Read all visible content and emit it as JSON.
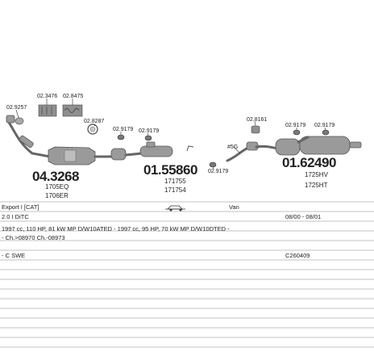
{
  "refs": {
    "r1": "02.9257",
    "r2": "02.3476",
    "r3": "02.8475",
    "r4": "02.8287",
    "r5": "02.9179",
    "r6": "02.9179",
    "r7": "02.9179",
    "r8": "02.8161",
    "r9": "02.9179",
    "r10": "02.9179",
    "r11": "#5G"
  },
  "parts": {
    "p1": {
      "number": "04.3268",
      "sub1": "1705EQ",
      "sub2": "1706ER"
    },
    "p2": {
      "number": "01.55860",
      "sub1": "171755",
      "sub2": "171754"
    },
    "p3": {
      "number": "01.62490",
      "sub1": "1725HV",
      "sub2": "1725HT"
    }
  },
  "info": {
    "export": "Export I [CAT]",
    "body": "Van",
    "engine": "2.0 I DiTC",
    "years": "08/00 - 08/01",
    "spec": "1997 cc, 110 HP, 81 kW MP D/W10ATED - 1997 cc, 95 HP, 70 kW MP D/W10DTED -",
    "chassis": "- Ch.>08970 Ch.-08973",
    "country": "- C SWE",
    "code": "C260409"
  }
}
